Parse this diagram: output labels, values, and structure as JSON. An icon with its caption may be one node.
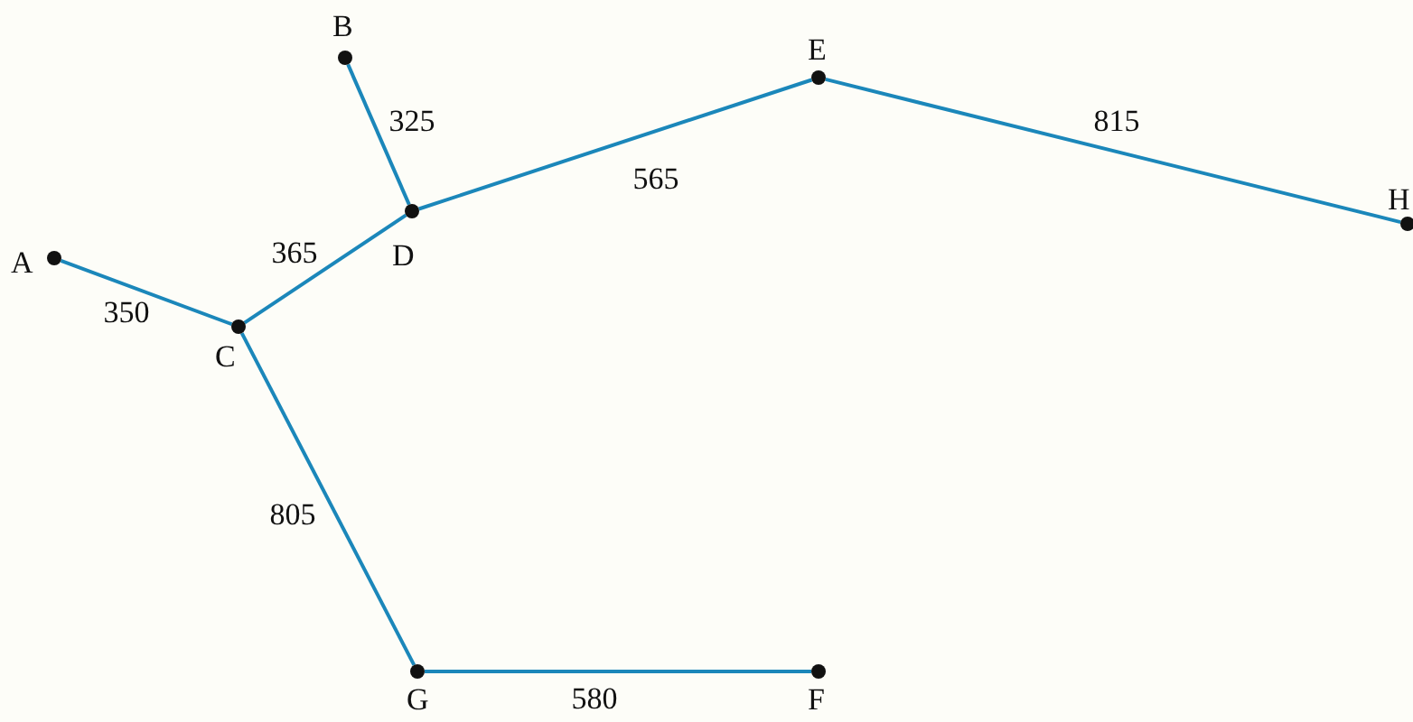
{
  "diagram": {
    "nodes": [
      {
        "text": [
          "A"
        ]
      },
      {
        "text": [
          "B"
        ]
      },
      {
        "text": [
          "C"
        ]
      },
      {
        "text": [
          "D"
        ]
      },
      {
        "text": [
          "E"
        ]
      },
      {
        "text": [
          "F"
        ]
      },
      {
        "text": [
          "G"
        ]
      },
      {
        "text": [
          "H"
        ]
      }
    ],
    "edges": [
      {
        "from": 0,
        "to": 2,
        "arrow": "none",
        "label": "350"
      },
      {
        "from": 1,
        "to": 3,
        "arrow": "none",
        "label": "325"
      },
      {
        "from": 2,
        "to": 3,
        "arrow": "none",
        "label": "365"
      },
      {
        "from": 3,
        "to": 4,
        "arrow": "none",
        "label": "565"
      },
      {
        "from": 4,
        "to": 7,
        "arrow": "none",
        "label": "815"
      },
      {
        "from": 2,
        "to": 6,
        "arrow": "none",
        "label": "805"
      },
      {
        "from": 6,
        "to": 5,
        "arrow": "none",
        "label": "580"
      }
    ]
  }
}
